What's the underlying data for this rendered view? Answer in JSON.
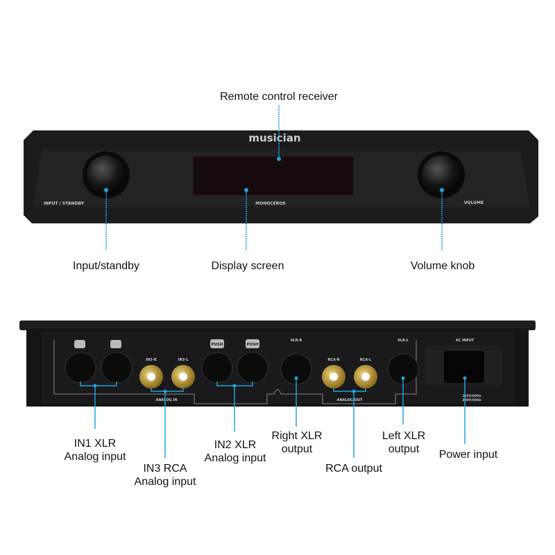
{
  "front": {
    "brand": "musician",
    "panel_labels": {
      "input": "INPUT / STANDBY",
      "model": "MONOCEROS",
      "volume": "VOLUME"
    },
    "callouts": {
      "receiver": "Remote control receiver",
      "input": "Input/standby",
      "display": "Display screen",
      "volume": "Volume knob"
    }
  },
  "rear": {
    "panel_labels": {
      "in3r": "IN3-R",
      "in3l": "IN3-L",
      "analog_in": "ANALOG IN",
      "xlr_r": "XLR-R",
      "rca_r": "RCA-R",
      "rca_l": "RCA-L",
      "analog_out": "ANALOG OUT",
      "xlr_l": "XLR-L",
      "ac": "AC INPUT",
      "voltage1": "115V/60Hz",
      "voltage2": "230V/50Hz",
      "push": "PUSH"
    },
    "callouts": {
      "in1": [
        "IN1 XLR",
        "Analog input"
      ],
      "in3": [
        "IN3 RCA",
        "Analog input"
      ],
      "in2": [
        "IN2 XLR",
        "Analog input"
      ],
      "xlr_r": [
        "Right XLR",
        "output"
      ],
      "rca_out": "RCA output",
      "xlr_l": [
        "Left XLR",
        "output"
      ],
      "power": "Power input"
    }
  },
  "colors": {
    "accent": "#1fa3e0",
    "chassis": "#1b1b1d",
    "gold": "#c9a440"
  }
}
